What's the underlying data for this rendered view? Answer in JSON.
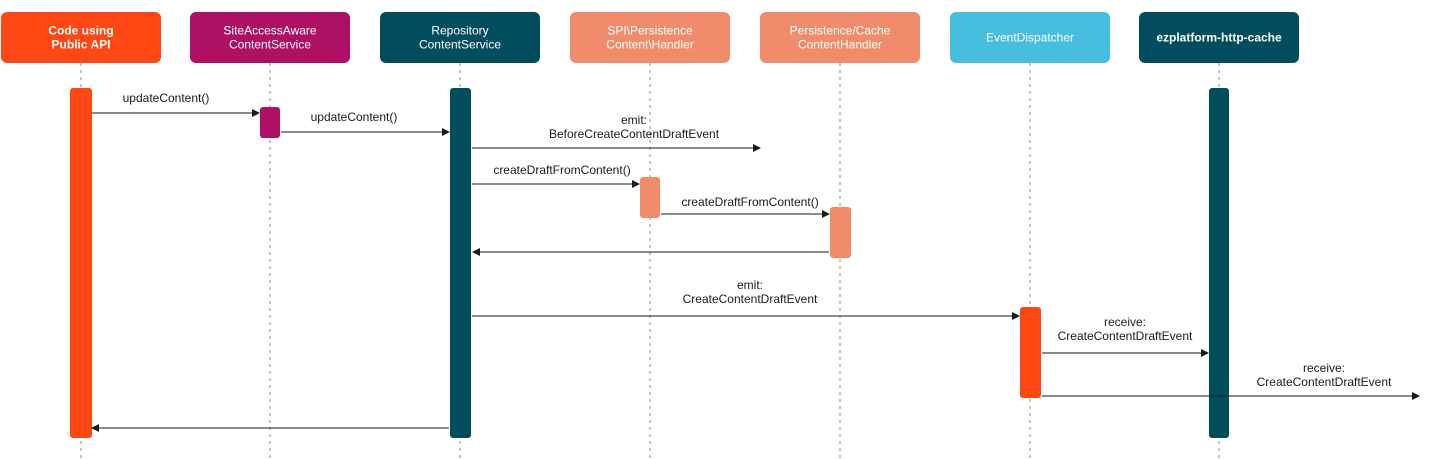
{
  "participants": [
    {
      "id": "api",
      "lines": [
        "Code using",
        "Public API"
      ],
      "color": "#ff4713",
      "text_color": "#ffffff",
      "bold": true
    },
    {
      "id": "siteaccess",
      "lines": [
        "SiteAccessAware",
        "ContentService"
      ],
      "color": "#ae1164",
      "text_color": "#ffffff",
      "bold": false
    },
    {
      "id": "repository",
      "lines": [
        "Repository",
        "ContentService"
      ],
      "color": "#004d5d",
      "text_color": "#ffffff",
      "bold": false
    },
    {
      "id": "spi",
      "lines": [
        "SPI\\Persistence",
        "Content\\Handler"
      ],
      "color": "#f08c6c",
      "text_color": "#ffffff",
      "bold": false
    },
    {
      "id": "cache",
      "lines": [
        "Persistence/Cache",
        "ContentHandler"
      ],
      "color": "#f08c6c",
      "text_color": "#ffffff",
      "bold": false
    },
    {
      "id": "dispatcher",
      "lines": [
        "EventDispatcher"
      ],
      "color": "#47bedf",
      "text_color": "#ffffff",
      "bold": false
    },
    {
      "id": "httpcache",
      "lines": [
        "ezplatform-http-cache"
      ],
      "color": "#004d5d",
      "text_color": "#ffffff",
      "bold": true
    }
  ],
  "messages": [
    {
      "lines": [
        "updateContent()"
      ]
    },
    {
      "lines": [
        "updateContent()"
      ]
    },
    {
      "lines": [
        "emit:",
        "BeforeCreateContentDraftEvent"
      ]
    },
    {
      "lines": [
        "createDraftFromContent()"
      ]
    },
    {
      "lines": [
        "createDraftFromContent()"
      ]
    },
    {
      "lines": []
    },
    {
      "lines": [
        "emit:",
        "CreateContentDraftEvent"
      ]
    },
    {
      "lines": [
        "receive:",
        "CreateContentDraftEvent"
      ]
    },
    {
      "lines": [
        "receive:",
        "CreateContentDraftEvent"
      ]
    },
    {
      "lines": []
    }
  ]
}
